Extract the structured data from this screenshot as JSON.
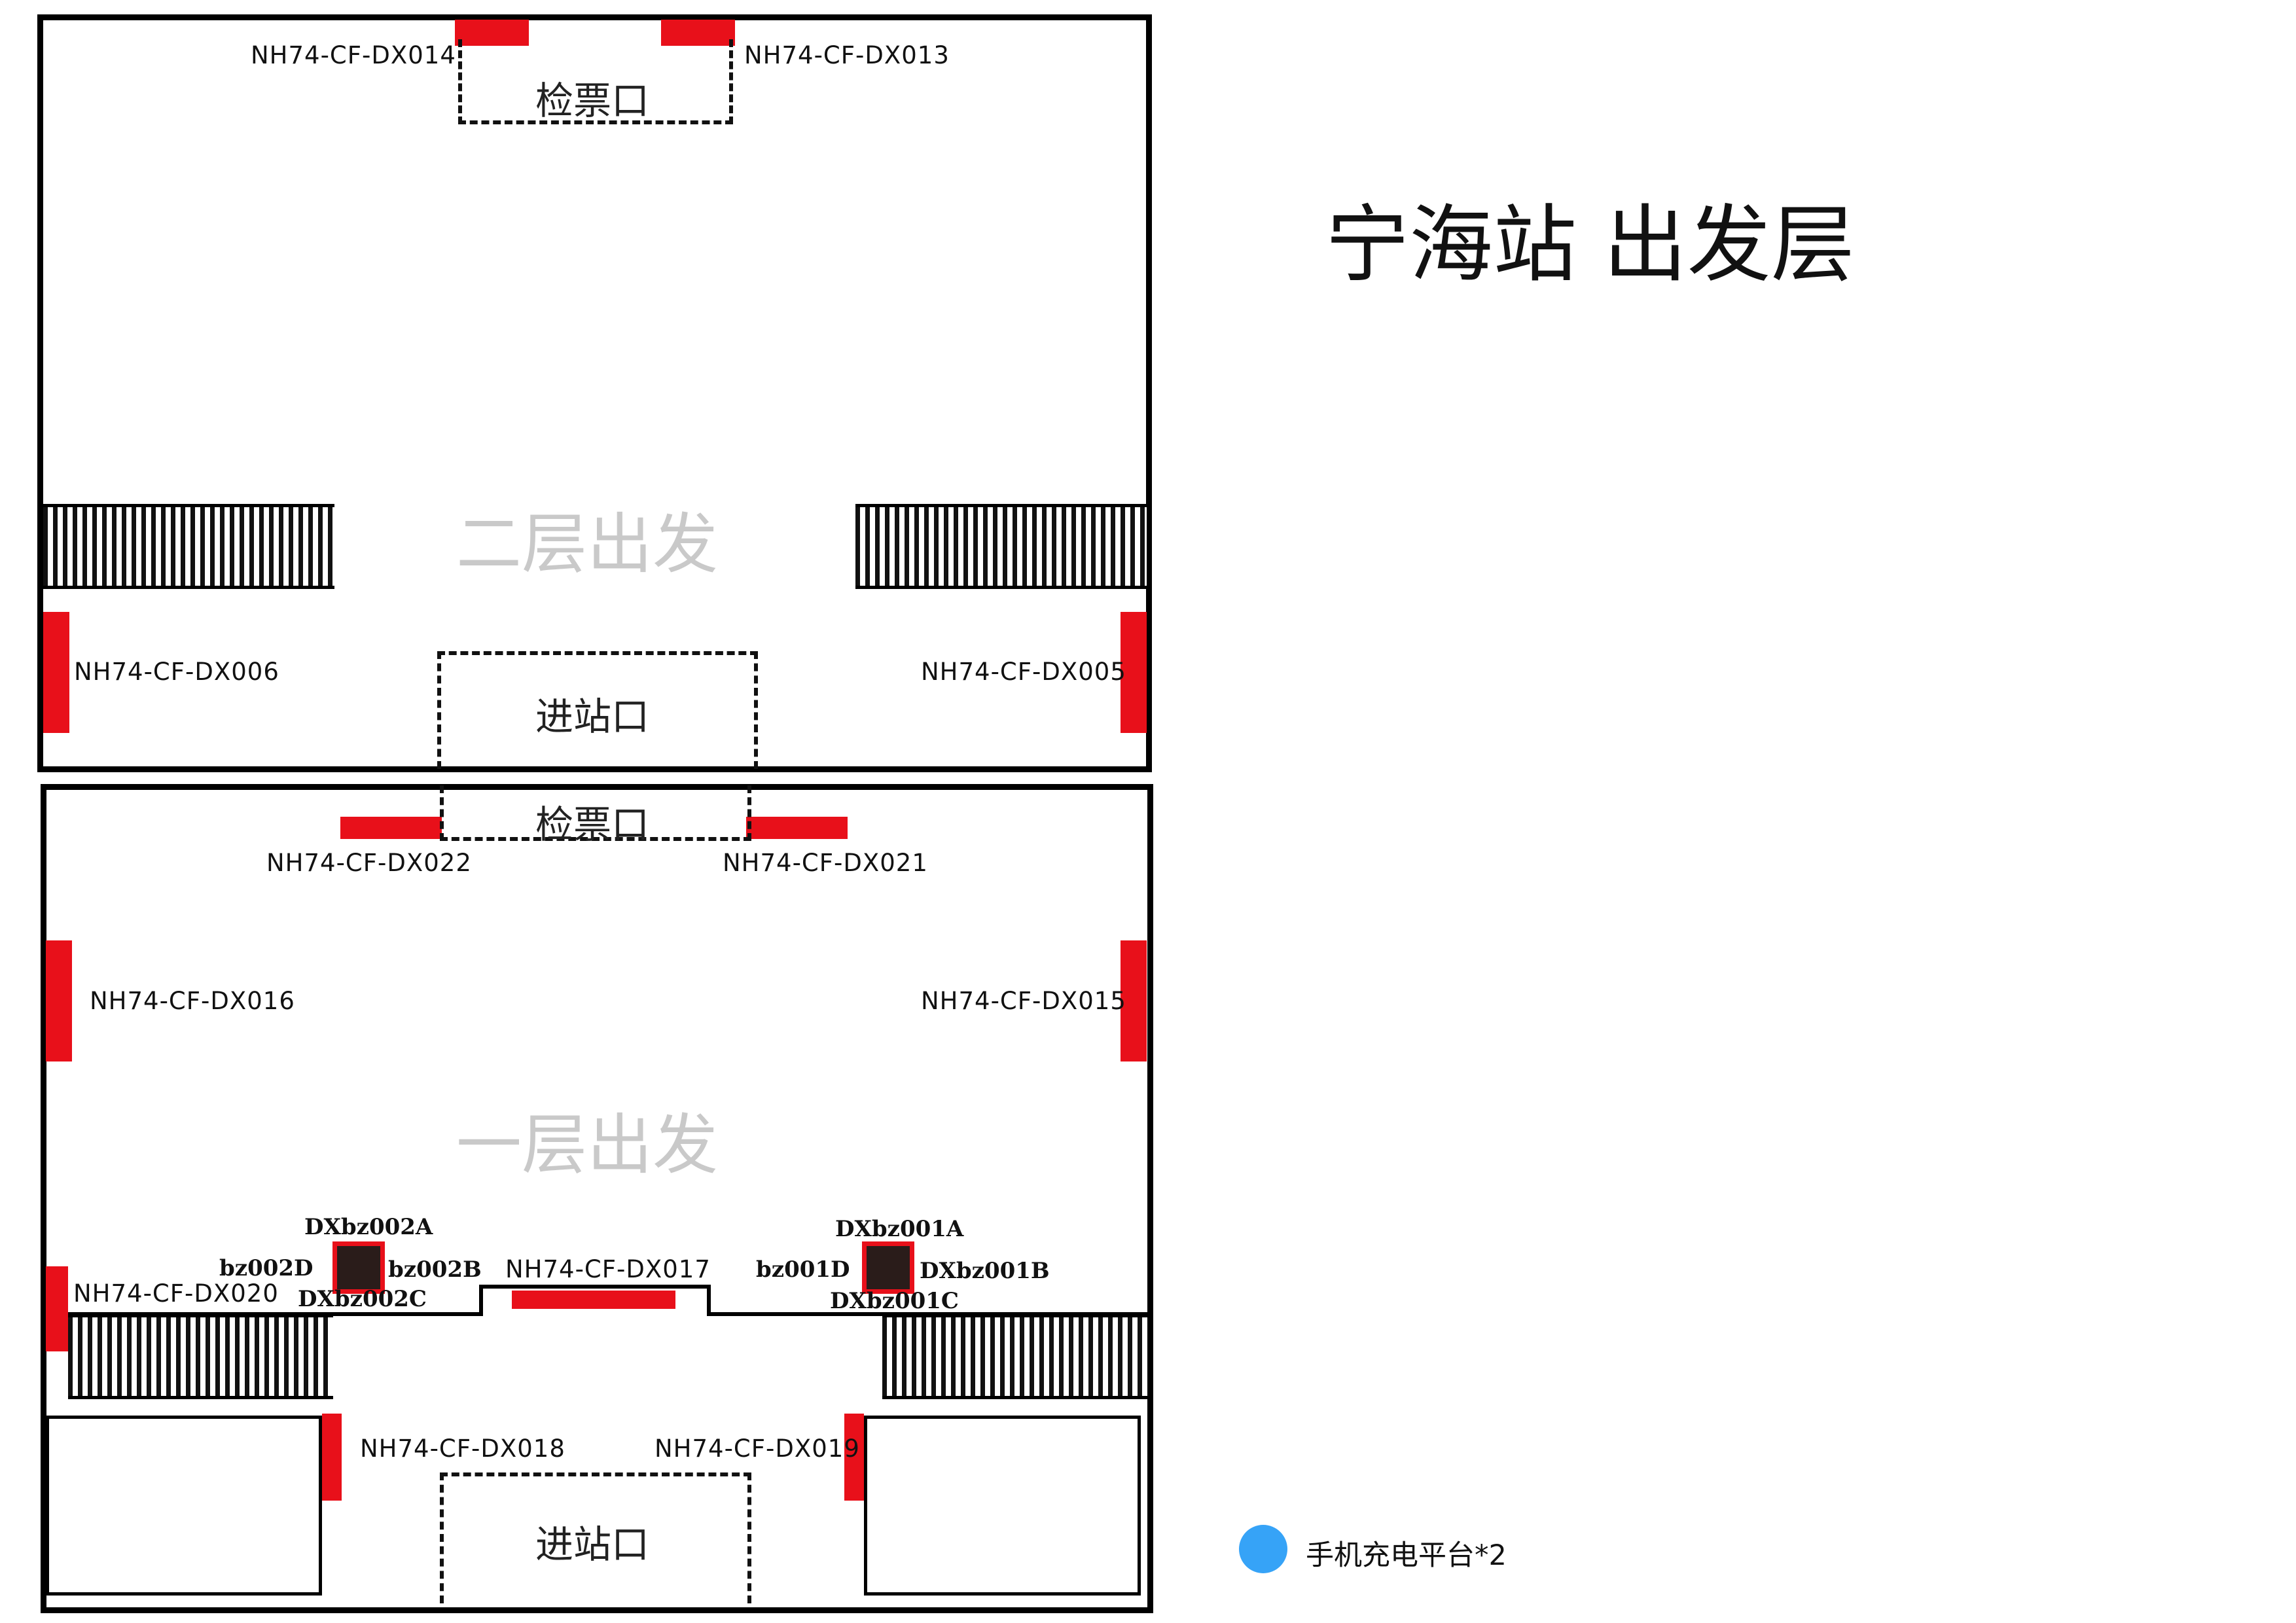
{
  "title": "宁海站  出发层",
  "floor2": {
    "name": "二层出发",
    "gate_top": "检票口",
    "gate_bottom": "进站口",
    "labels": {
      "dx014": "NH74-CF-DX014",
      "dx013": "NH74-CF-DX013",
      "dx006": "NH74-CF-DX006",
      "dx005": "NH74-CF-DX005"
    }
  },
  "floor1": {
    "name": "一层出发",
    "gate_top": "检票口",
    "gate_bottom": "进站口",
    "labels": {
      "dx022": "NH74-CF-DX022",
      "dx021": "NH74-CF-DX021",
      "dx016": "NH74-CF-DX016",
      "dx015": "NH74-CF-DX015",
      "dx020": "NH74-CF-DX020",
      "dx017": "NH74-CF-DX017",
      "dx018": "NH74-CF-DX018",
      "dx019": "NH74-CF-DX019"
    },
    "node2": {
      "a": "DXbz002A",
      "b": "bz002B",
      "c": "DXbz002C",
      "d": "bz002D"
    },
    "node1": {
      "a": "DXbz001A",
      "b": "DXbz001B",
      "c": "DXbz001C",
      "d": "bz001D"
    }
  },
  "legend": {
    "text": "手机充电平台*2",
    "color": "#36a3f7"
  },
  "colors": {
    "marker": "#e8101a",
    "node_fill": "#2a1c1a"
  }
}
